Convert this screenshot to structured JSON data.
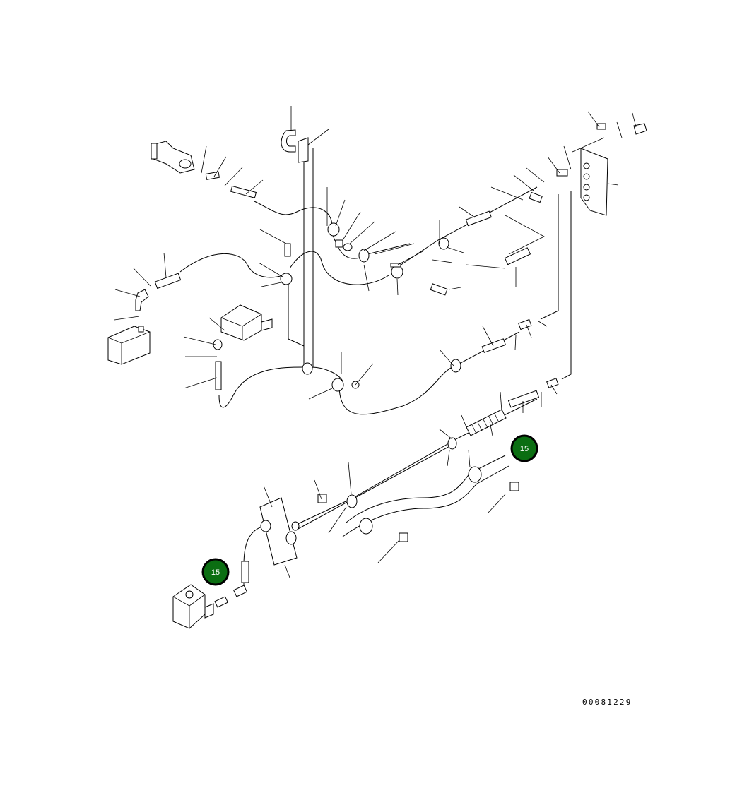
{
  "callouts": [
    {
      "label": "15"
    },
    {
      "label": "15"
    }
  ],
  "reference_code": "00081229"
}
